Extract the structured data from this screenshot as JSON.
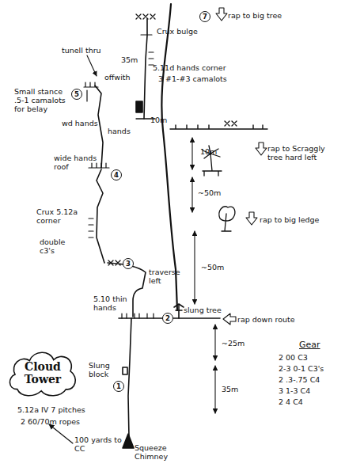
{
  "diagram": {
    "nodes": [
      {
        "text": [
          "7"
        ]
      },
      {
        "text": [
          "5"
        ]
      },
      {
        "text": [
          "4"
        ]
      },
      {
        "text": [
          "3"
        ]
      },
      {
        "text": [
          "2"
        ]
      },
      {
        "text": [
          "Cloud Tower"
        ]
      },
      {
        "text": [
          "1"
        ]
      }
    ],
    "labels": [
      "rap to big tree",
      "Crux bulge",
      "tunell thru",
      "35m",
      "5.11d hands corner",
      "3 #1-#3 camalots",
      "offwith",
      "Small stance .5-1 camalots for belay",
      "10m",
      "wd hands",
      "hands",
      "10m",
      "rap to Scraggly tree hard left",
      "wide hands roof",
      "~50m",
      "Crux 5.12a corner",
      "rap to big ledge",
      "double c3's",
      "traverse left",
      "~50m",
      "5.10 thin hands",
      "slung tree",
      "rap down route",
      "~25m",
      "Gear",
      "2 00 C3",
      "2-3 0-1 C3's",
      "2 .3-.75 C4",
      "3 1-3 C4",
      "2 4 C4",
      "Slung block",
      "35m",
      "5.12a IV 7 pitches",
      "2 60/70m ropes",
      "100 yards to CC",
      "Squeeze Chimney"
    ]
  }
}
